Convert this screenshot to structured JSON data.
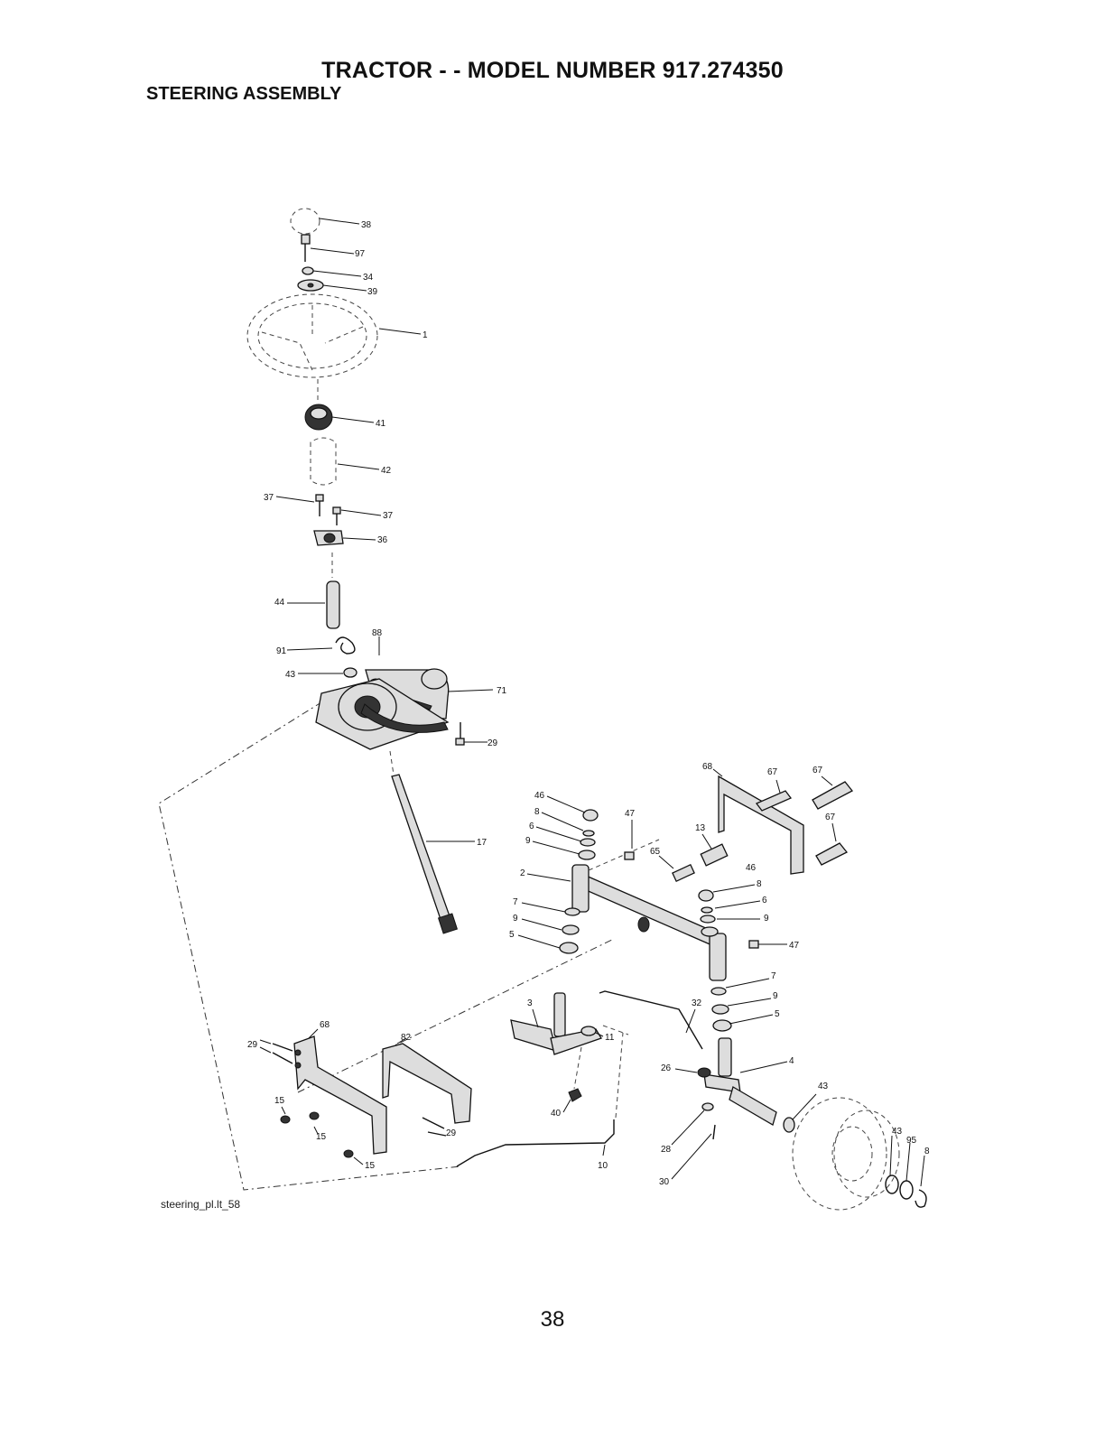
{
  "header": {
    "title": "TRACTOR - - MODEL NUMBER  917.274350",
    "subtitle": "STEERING ASSEMBLY"
  },
  "diagram": {
    "reference": "steering_pl.lt_58",
    "callouts": [
      "38",
      "97",
      "34",
      "39",
      "1",
      "41",
      "42",
      "37",
      "37",
      "36",
      "44",
      "88",
      "91",
      "43",
      "71",
      "29",
      "17",
      "68",
      "67",
      "67",
      "67",
      "46",
      "8",
      "6",
      "9",
      "47",
      "13",
      "65",
      "2",
      "46",
      "8",
      "6",
      "9",
      "7",
      "9",
      "5",
      "47",
      "7",
      "9",
      "5",
      "3",
      "32",
      "11",
      "68",
      "82",
      "29",
      "15",
      "15",
      "15",
      "29",
      "26",
      "4",
      "40",
      "43",
      "43",
      "95",
      "8",
      "28",
      "10",
      "30"
    ]
  },
  "footer": {
    "page_number": "38"
  }
}
